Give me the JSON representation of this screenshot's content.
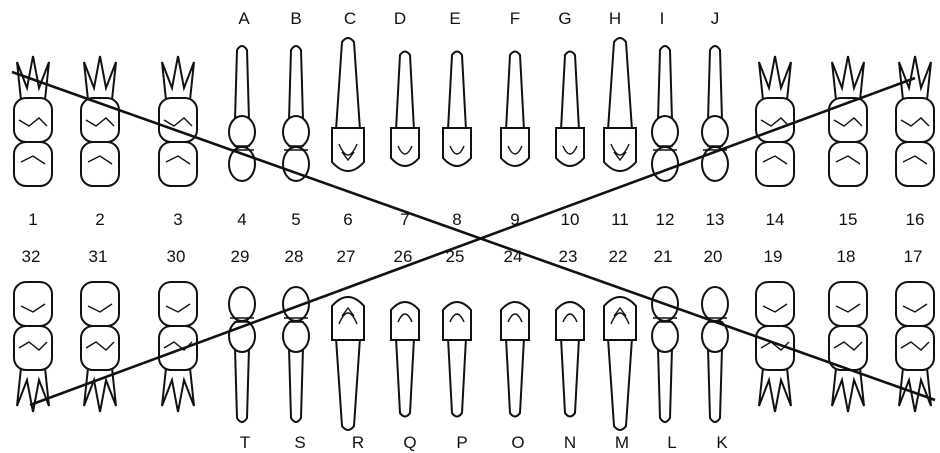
{
  "diagram": {
    "primary_upper_letters": [
      "A",
      "B",
      "C",
      "D",
      "E",
      "F",
      "G",
      "H",
      "I",
      "J"
    ],
    "primary_lower_letters": [
      "T",
      "S",
      "R",
      "Q",
      "P",
      "O",
      "N",
      "M",
      "L",
      "K"
    ],
    "upper_numbers": [
      "1",
      "2",
      "3",
      "4",
      "5",
      "6",
      "7",
      "8",
      "9",
      "10",
      "11",
      "12",
      "13",
      "14",
      "15",
      "16"
    ],
    "lower_numbers": [
      "32",
      "31",
      "30",
      "29",
      "28",
      "27",
      "26",
      "25",
      "24",
      "23",
      "22",
      "21",
      "20",
      "19",
      "18",
      "17"
    ],
    "upper_tooth_types": [
      "molar",
      "molar",
      "molar",
      "premolar",
      "premolar",
      "canine",
      "incisor",
      "incisor",
      "incisor",
      "incisor",
      "canine",
      "premolar",
      "premolar",
      "molar",
      "molar",
      "molar"
    ],
    "lower_tooth_types": [
      "molar",
      "molar",
      "molar",
      "premolar",
      "premolar",
      "canine",
      "incisor",
      "incisor",
      "incisor",
      "incisor",
      "canine",
      "premolar",
      "premolar",
      "molar",
      "molar",
      "molar"
    ],
    "crossed_out_teeth": [
      "1",
      "16",
      "17",
      "32"
    ]
  }
}
